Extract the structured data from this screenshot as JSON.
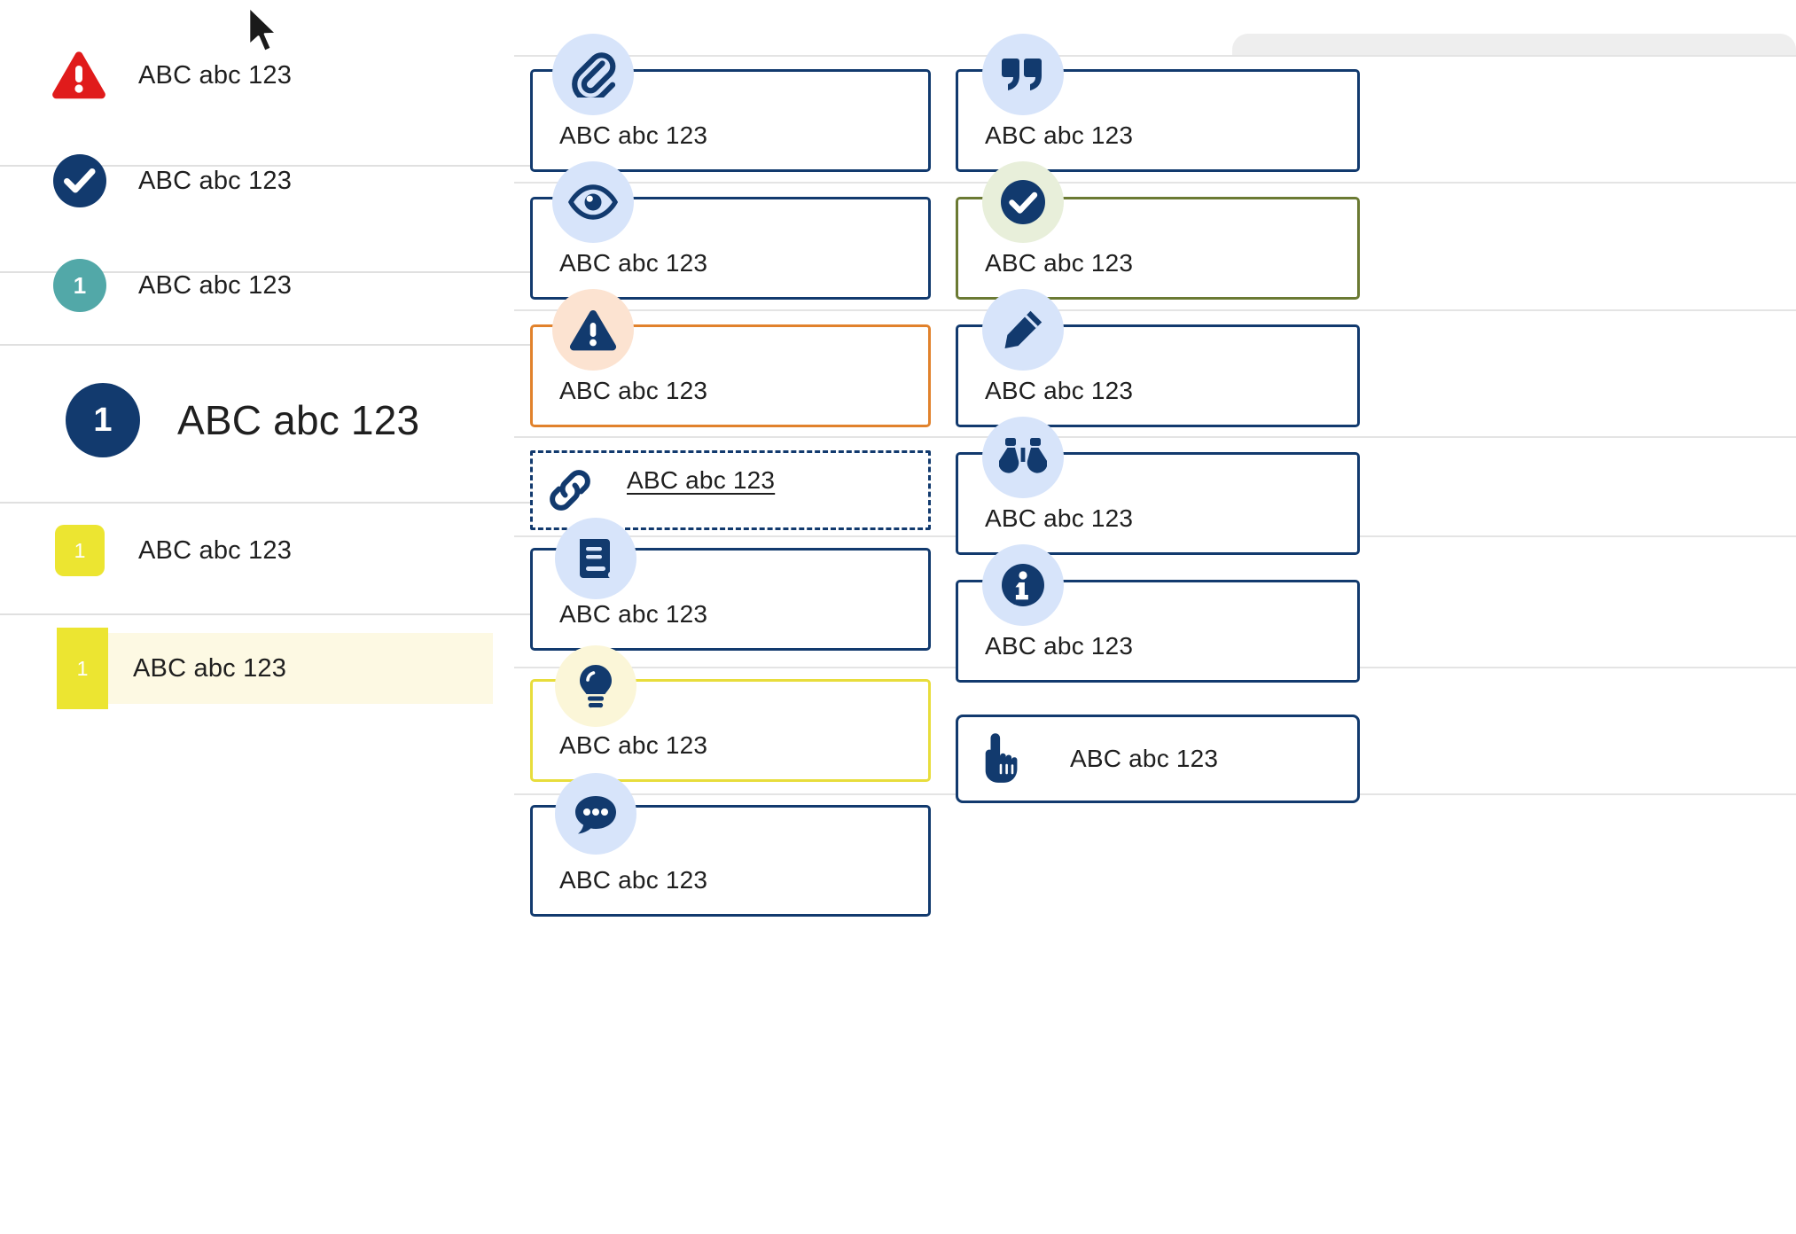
{
  "sample_text": "ABC abc 123",
  "colors": {
    "navy": "#123a6e",
    "navy_deep": "#0f3b78",
    "red": "#e01b1b",
    "teal": "#52a8a8",
    "yellow": "#ece531",
    "orange": "#e1822c",
    "olive": "#6b7a33",
    "icon_bubble_blue": "#d7e4fa",
    "icon_bubble_peach": "#fce3d1",
    "icon_bubble_mint": "#e8efda",
    "icon_bubble_cream": "#fbf6d8",
    "highlight_bg": "#fdf9e3",
    "divider": "#e0e0e0",
    "grey_panel": "#eeeeee"
  },
  "left_pane": {
    "rows": [
      {
        "id": "alert",
        "icon": "warning-triangle-icon",
        "badge_text": "",
        "label": "ABC abc 123"
      },
      {
        "id": "success",
        "icon": "check-circle-icon",
        "badge_text": "",
        "label": "ABC abc 123"
      },
      {
        "id": "teal-number",
        "icon": "number-badge-circle",
        "badge_text": "1",
        "label": "ABC abc 123"
      },
      {
        "id": "big-number",
        "icon": "number-badge-circle",
        "badge_text": "1",
        "label": "ABC abc 123"
      },
      {
        "id": "yellow-number",
        "icon": "number-badge-square",
        "badge_text": "1",
        "label": "ABC abc 123"
      },
      {
        "id": "highlighted",
        "icon": "number-badge-flat",
        "badge_text": "1",
        "label": "ABC abc 123"
      }
    ]
  },
  "middle_column": {
    "cards": [
      {
        "id": "attachment",
        "icon": "paperclip-icon",
        "style": "default",
        "label": "ABC abc 123"
      },
      {
        "id": "preview",
        "icon": "eye-icon",
        "style": "default",
        "label": "ABC abc 123"
      },
      {
        "id": "warning",
        "icon": "warning-triangle-icon",
        "style": "warn",
        "label": "ABC abc 123"
      },
      {
        "id": "link",
        "icon": "link-chain-icon",
        "style": "link",
        "label": "ABC abc 123"
      },
      {
        "id": "reference",
        "icon": "book-icon",
        "style": "default",
        "label": "ABC abc 123"
      },
      {
        "id": "tip",
        "icon": "lightbulb-icon",
        "style": "idea",
        "label": "ABC abc 123"
      },
      {
        "id": "comment",
        "icon": "chat-bubble-icon",
        "style": "default",
        "label": "ABC abc 123"
      }
    ]
  },
  "right_column": {
    "cards": [
      {
        "id": "quote",
        "icon": "quotation-marks-icon",
        "style": "default",
        "label": "ABC abc 123"
      },
      {
        "id": "confirmed",
        "icon": "check-circle-icon",
        "style": "ok",
        "label": "ABC abc 123"
      },
      {
        "id": "edit",
        "icon": "pencil-icon",
        "style": "default",
        "label": "ABC abc 123"
      },
      {
        "id": "observe",
        "icon": "binoculars-icon",
        "style": "default",
        "label": "ABC abc 123"
      },
      {
        "id": "info",
        "icon": "info-circle-icon",
        "style": "default",
        "label": "ABC abc 123"
      },
      {
        "id": "action",
        "icon": "pointing-hand-icon",
        "style": "inline",
        "label": "ABC abc 123"
      }
    ]
  }
}
